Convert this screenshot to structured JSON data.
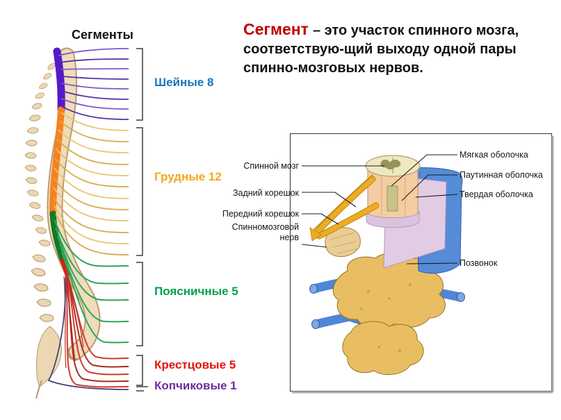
{
  "palette": {
    "term_red": "#C00000",
    "cervical_cord": "#5519C8",
    "thoracic_cord": "#F58220",
    "lumbar_cord": "#127A26",
    "sacral_cord": "#DD1E12",
    "bone_tan": "#EEDCBA",
    "figure_blue": "#568BD8",
    "figure_bone_gold": "#E9BE62"
  },
  "header": {
    "spine_title": "Сегменты",
    "definition": {
      "term": "Сегмент",
      "line1": "– это участок спинного мозга,",
      "line2": "соответствую-щий выходу одной пары",
      "line3": "спинно-мозговых нервов."
    }
  },
  "segments": {
    "items": [
      {
        "label": "Шейные 8",
        "color": "#1B75BC"
      },
      {
        "label": "Грудные 12",
        "color": "#F2A71B"
      },
      {
        "label": "Поясничные 5",
        "color": "#00A14B"
      },
      {
        "label": "Крестцовые 5",
        "color": "#E8130B"
      },
      {
        "label": "Копчиковые 1",
        "color": "#6C2E9E"
      }
    ]
  },
  "figure": {
    "left_labels": [
      "Спинной мозг",
      "Задний корешок",
      "Передний корешок",
      "Спинномозговой нерв"
    ],
    "right_labels": [
      "Мягкая оболочка",
      "Паутинная оболочка",
      "Твердая оболочка",
      "Позвонок"
    ]
  }
}
